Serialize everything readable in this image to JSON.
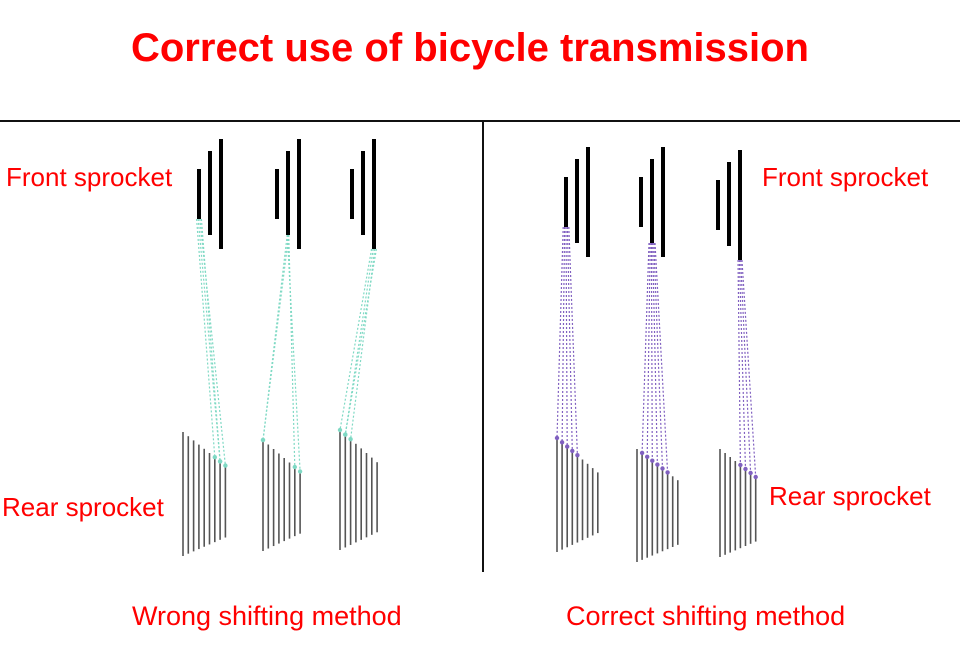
{
  "title": "Correct use of bicycle transmission",
  "colors": {
    "text": "#ff0000",
    "frame": "#111111",
    "wrong_chain": "#7fd9c4",
    "correct_chain": "#8060c0",
    "sprocket": "#000000",
    "rear_sprocket": "#555555"
  },
  "panels": {
    "wrong": {
      "front_label": "Front sprocket",
      "rear_label": "Rear sprocket",
      "caption": "Wrong shifting method"
    },
    "correct": {
      "front_label": "Front sprocket",
      "rear_label": "Rear sprocket",
      "caption": "Correct shifting method"
    }
  }
}
